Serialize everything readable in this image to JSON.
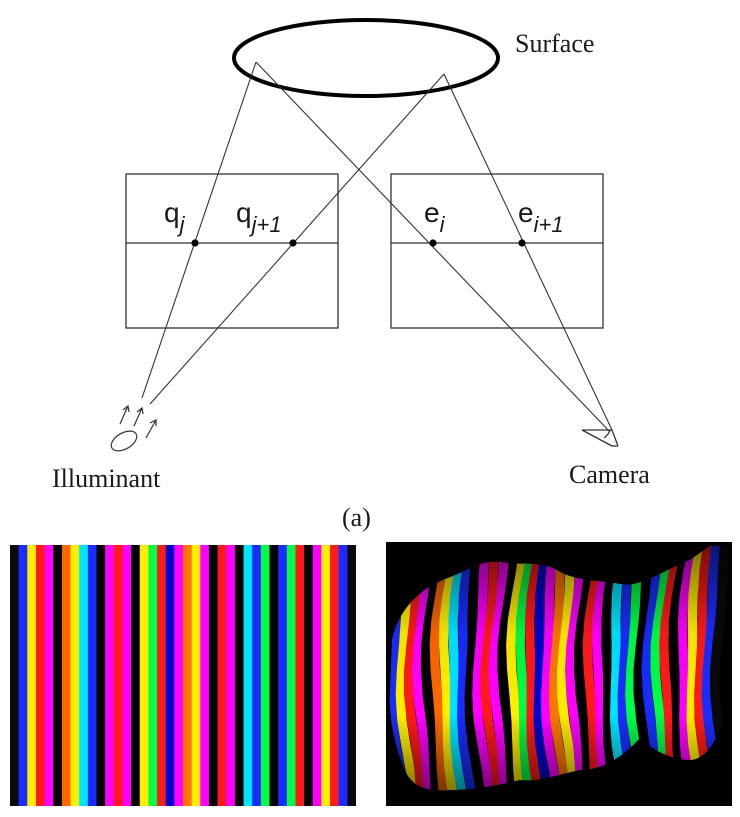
{
  "labels": {
    "surface": "Surface",
    "illuminant": "Illuminant",
    "camera": "Camera",
    "caption": "(a)",
    "q_j_base": "q",
    "q_j_sub": "j",
    "q_j1_base": "q",
    "q_j1_sub": "j+1",
    "e_i_base": "e",
    "e_i_sub": "i",
    "e_i1_base": "e",
    "e_i1_sub": "i+1"
  },
  "stripe_pattern": {
    "colors": [
      "#0a0a0a",
      "#1a2cff",
      "#ffee00",
      "#ff1a1a",
      "#ff00ff",
      "#000000",
      "#ff6600",
      "#ffee00",
      "#00e5ff",
      "#1a2cff",
      "#000000",
      "#ff00ff",
      "#ff1a1a",
      "#ff00ff",
      "#000000",
      "#ffee00",
      "#00ff44",
      "#ff1a1a",
      "#0000cc",
      "#ff00ff",
      "#ff7700",
      "#ffee00",
      "#ff00ff",
      "#000000",
      "#ff1a1a",
      "#ff00ff",
      "#000000",
      "#00e5ff",
      "#1a2cff",
      "#00ff44",
      "#000000",
      "#1a2cff",
      "#00ff44",
      "#ff1a1a",
      "#000000",
      "#ff00ff",
      "#ffee00",
      "#ff1a1a",
      "#1a2cff",
      "#0a0a0a"
    ]
  },
  "colors": {
    "line": "#333333",
    "text": "#1a1a1a",
    "point": "#000000"
  }
}
